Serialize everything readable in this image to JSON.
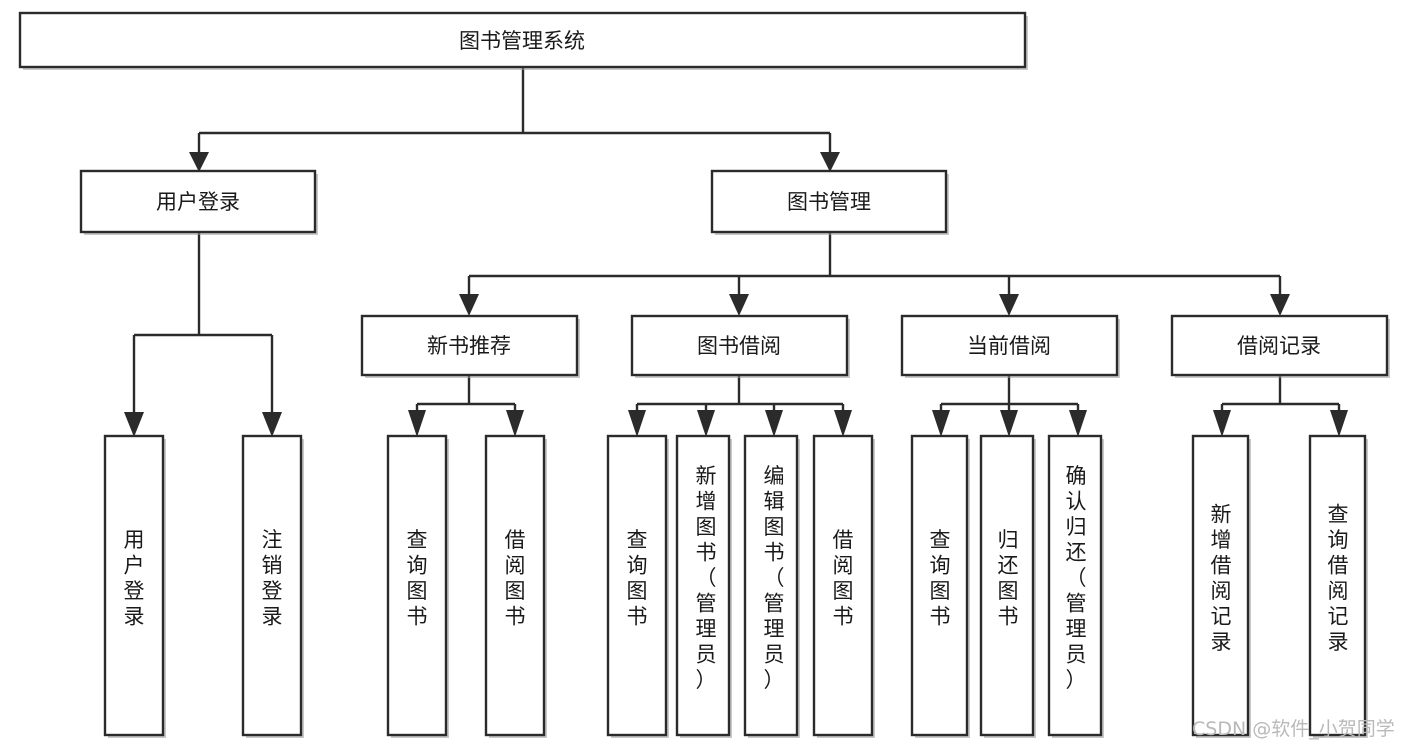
{
  "diagram": {
    "type": "tree-hierarchy",
    "title": "图书管理系统",
    "root": {
      "id": "root",
      "label": "图书管理系统",
      "orientation": "horizontal"
    },
    "level2": [
      {
        "id": "user-login",
        "label": "用户登录",
        "orientation": "horizontal"
      },
      {
        "id": "book-manage",
        "label": "图书管理",
        "orientation": "horizontal"
      }
    ],
    "level3": [
      {
        "id": "new-book-recommend",
        "label": "新书推荐",
        "orientation": "horizontal",
        "parent": "book-manage"
      },
      {
        "id": "book-borrow",
        "label": "图书借阅",
        "orientation": "horizontal",
        "parent": "book-manage"
      },
      {
        "id": "current-borrow",
        "label": "当前借阅",
        "orientation": "horizontal",
        "parent": "book-manage"
      },
      {
        "id": "borrow-record",
        "label": "借阅记录",
        "orientation": "horizontal",
        "parent": "book-manage"
      }
    ],
    "leaves": [
      {
        "id": "leaf-user-login",
        "label": "用户登录",
        "orientation": "vertical",
        "parent": "user-login"
      },
      {
        "id": "leaf-user-logout",
        "label": "注销登录",
        "orientation": "vertical",
        "parent": "user-login"
      },
      {
        "id": "leaf-query-book-1",
        "label": "查询图书",
        "orientation": "vertical",
        "parent": "new-book-recommend"
      },
      {
        "id": "leaf-borrow-book-1",
        "label": "借阅图书",
        "orientation": "vertical",
        "parent": "new-book-recommend"
      },
      {
        "id": "leaf-query-book-2",
        "label": "查询图书",
        "orientation": "vertical",
        "parent": "book-borrow"
      },
      {
        "id": "leaf-add-book",
        "label": "新增图书（管理员）",
        "orientation": "vertical",
        "parent": "book-borrow"
      },
      {
        "id": "leaf-edit-book",
        "label": "编辑图书（管理员）",
        "orientation": "vertical",
        "parent": "book-borrow"
      },
      {
        "id": "leaf-borrow-book-2",
        "label": "借阅图书",
        "orientation": "vertical",
        "parent": "book-borrow"
      },
      {
        "id": "leaf-query-book-3",
        "label": "查询图书",
        "orientation": "vertical",
        "parent": "current-borrow"
      },
      {
        "id": "leaf-return-book",
        "label": "归还图书",
        "orientation": "vertical",
        "parent": "current-borrow"
      },
      {
        "id": "leaf-confirm-return",
        "label": "确认归还（管理员）",
        "orientation": "vertical",
        "parent": "current-borrow"
      },
      {
        "id": "leaf-add-record",
        "label": "新增借阅记录",
        "orientation": "vertical",
        "parent": "borrow-record"
      },
      {
        "id": "leaf-query-record",
        "label": "查询借阅记录",
        "orientation": "vertical",
        "parent": "borrow-record"
      }
    ],
    "colors": {
      "background": "#ffffff",
      "box_fill": "#ffffff",
      "box_stroke": "#2b2b2b",
      "text": "#1a1a1a",
      "watermark": "#b9b9b9"
    }
  },
  "watermark": {
    "text": "CSDN @软件_小贺同学"
  }
}
